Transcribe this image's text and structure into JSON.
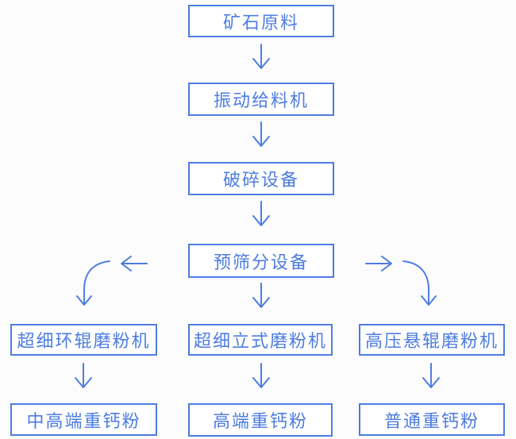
{
  "diagram": {
    "type": "flowchart",
    "accent_color": "#4d7ce2",
    "background_color": "#fcfcfc",
    "nodes": {
      "ore": {
        "label": "矿石原料"
      },
      "feeder": {
        "label": "振动给料机"
      },
      "crusher": {
        "label": "破碎设备"
      },
      "screen": {
        "label": "预筛分设备"
      },
      "mill_ring": {
        "label": "超细环辊磨粉机"
      },
      "mill_vertical": {
        "label": "超细立式磨粉机"
      },
      "mill_pressure": {
        "label": "高压悬辊磨粉机"
      },
      "powder_mid_high": {
        "label": "中高端重钙粉"
      },
      "powder_high": {
        "label": "高端重钙粉"
      },
      "powder_ordinary": {
        "label": "普通重钙粉"
      }
    },
    "edges": [
      {
        "from": "矿石原料",
        "to": "振动给料机",
        "style": "straight-down"
      },
      {
        "from": "振动给料机",
        "to": "破碎设备",
        "style": "straight-down"
      },
      {
        "from": "破碎设备",
        "to": "预筛分设备",
        "style": "straight-down"
      },
      {
        "from": "预筛分设备",
        "to": "超细环辊磨粉机",
        "style": "left-then-curve-down"
      },
      {
        "from": "预筛分设备",
        "to": "超细立式磨粉机",
        "style": "straight-down"
      },
      {
        "from": "预筛分设备",
        "to": "高压悬辊磨粉机",
        "style": "right-then-curve-down"
      },
      {
        "from": "超细环辊磨粉机",
        "to": "中高端重钙粉",
        "style": "straight-down"
      },
      {
        "from": "超细立式磨粉机",
        "to": "高端重钙粉",
        "style": "straight-down"
      },
      {
        "from": "高压悬辊磨粉机",
        "to": "普通重钙粉",
        "style": "straight-down"
      }
    ]
  }
}
